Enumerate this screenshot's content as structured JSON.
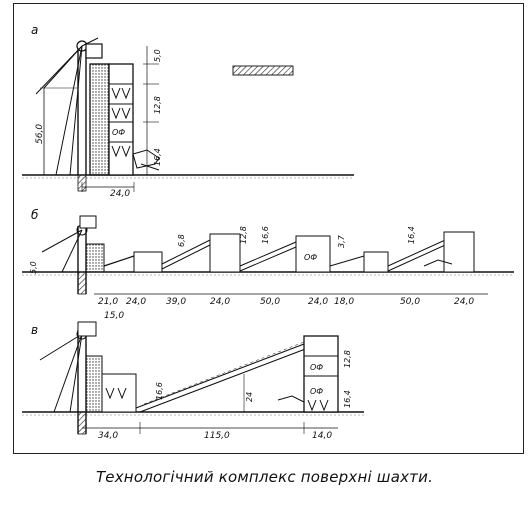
{
  "caption": "Технологічний комплекс поверхні шахти.",
  "panels": [
    {
      "id": "a",
      "letter": "а",
      "dims": [
        "5,0",
        "56,0",
        "12,8",
        "16,4",
        "24,0"
      ],
      "labels": [
        "ОФ"
      ]
    },
    {
      "id": "b",
      "letter": "б",
      "dims": [
        "6,8",
        "12,8",
        "16,6",
        "3,7",
        "16,4",
        "5,0",
        "21,0",
        "24,0",
        "39,0",
        "24,0",
        "50,0",
        "24,0",
        "18,0",
        "50,0",
        "24,0",
        "15,0"
      ],
      "labels": [
        "ОФ"
      ]
    },
    {
      "id": "c",
      "letter": "в",
      "dims": [
        "16,6",
        "24",
        "34,0",
        "115,0",
        "14,0",
        "12,8",
        "16,4"
      ],
      "labels": [
        "ОФ",
        "ОФ"
      ]
    }
  ]
}
